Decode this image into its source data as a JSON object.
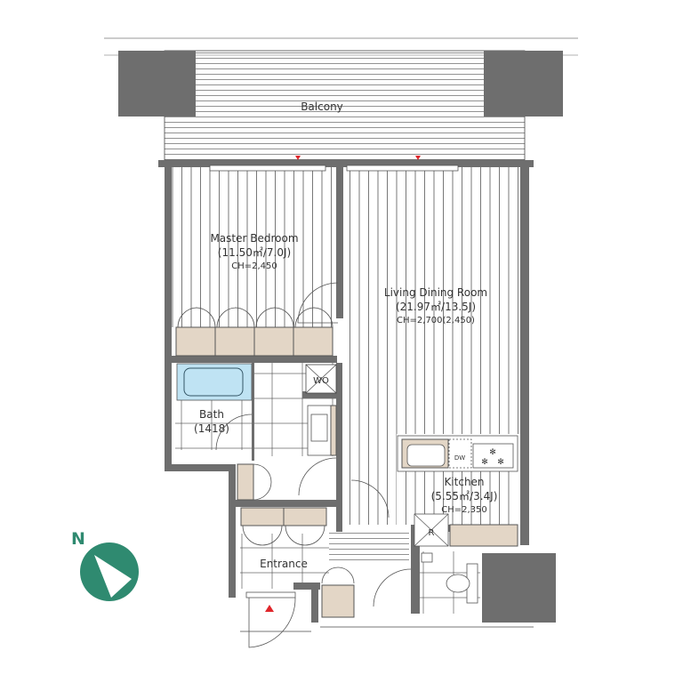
{
  "rooms": {
    "balcony": {
      "name": "Balcony"
    },
    "master_bedroom": {
      "name": "Master Bedroom",
      "area": "(11.50㎡/7.0J)",
      "ceiling": "CH=2,450"
    },
    "living_dining": {
      "name": "Living Dining Room",
      "area": "(21.97㎡/13.5J)",
      "ceiling": "CH=2,700(2,450)"
    },
    "kitchen": {
      "name": "Kitchen",
      "area": "(5.55㎡/3.4J)",
      "ceiling": "CH=2,350"
    },
    "bath": {
      "name": "Bath",
      "size": "(1418)"
    },
    "entrance": {
      "name": "Entrance"
    }
  },
  "fixtures": {
    "washer": "WO",
    "dishwasher": "DW",
    "refrigerator": "R"
  },
  "compass": {
    "label": "N"
  },
  "colors": {
    "wall": "#6e6e6e",
    "storage": "#e3d6c6",
    "bathtub": "#bfe3f3",
    "compass": "#2f8a70",
    "marker": "#e0262b"
  }
}
